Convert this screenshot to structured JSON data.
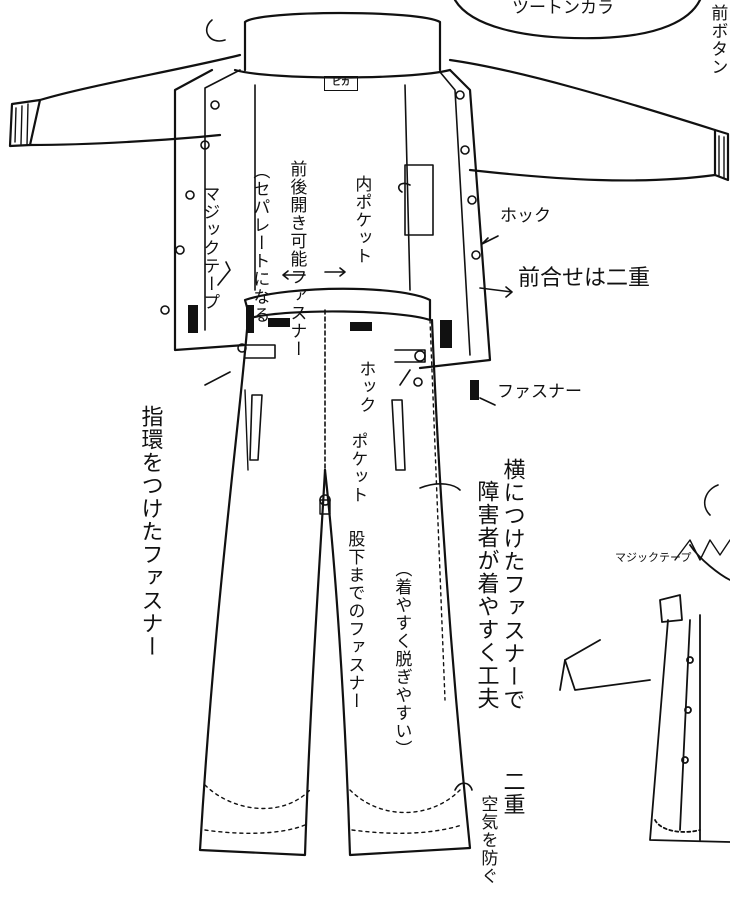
{
  "colors": {
    "ink": "#111111",
    "paper": "#ffffff"
  },
  "header": {
    "bubble_text": "ツートンカラ",
    "right_edge_text": "前ボタン"
  },
  "garment": {
    "logo_text": "ピカ"
  },
  "labels": {
    "separate": "（セパレートになる",
    "front_back_zip": "前後開き可能ファスナー",
    "inner_pocket": "内ポケット",
    "magic_tape": "マジックテープ",
    "hook_top": "ホック",
    "front_double": "前合せは二重",
    "zipper_right": "ファスナー",
    "hook_pants": "ホック",
    "pocket": "ポケット",
    "ring_zip": "指環をつけたファスナー",
    "crotch_zip": "股下までのファスナー",
    "easy_dress": "（着やすく脱ぎやすい）",
    "side_zip_1": "横につけたファスナーで",
    "side_zip_2": "障害者が着やすく工夫",
    "double": "二重",
    "air_block": "空気を防ぐ",
    "magic_tape_small": "マジックテープ"
  }
}
